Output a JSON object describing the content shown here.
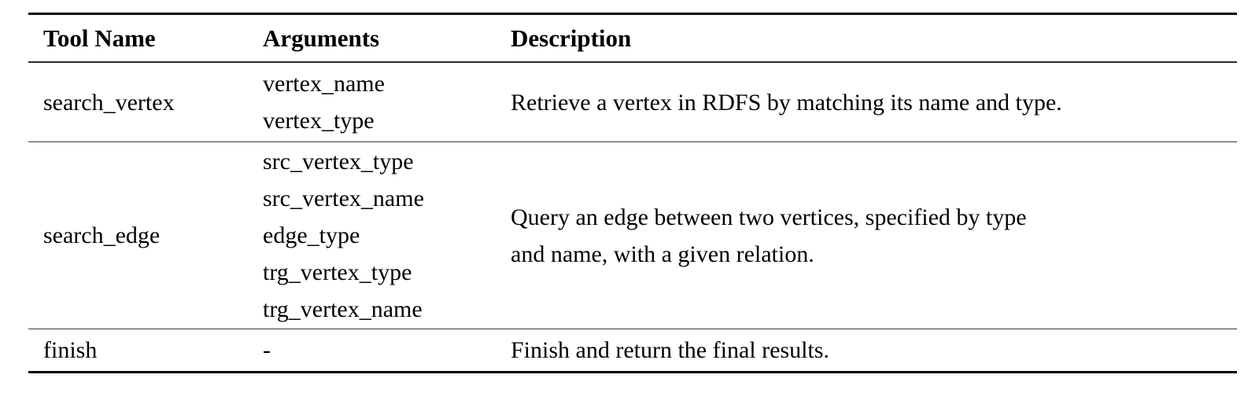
{
  "table": {
    "columns": [
      "Tool Name",
      "Arguments",
      "Description"
    ],
    "rows": [
      {
        "tool_name": "search_vertex",
        "arguments": [
          "vertex_name",
          "vertex_type"
        ],
        "description": [
          "Retrieve a vertex in RDFS by matching its name and type."
        ]
      },
      {
        "tool_name": "search_edge",
        "arguments": [
          "src_vertex_type",
          "src_vertex_name",
          "edge_type",
          "trg_vertex_type",
          "trg_vertex_name"
        ],
        "description": [
          "Query an edge between two vertices, specified by type",
          "and name, with a given relation."
        ]
      },
      {
        "tool_name": "finish",
        "arguments": [
          "-"
        ],
        "description": [
          "Finish and return the final results."
        ]
      }
    ]
  },
  "colors": {
    "text": "#000000",
    "rule_heavy": "#000000",
    "rule_light": "#3a3a3a",
    "background": "#ffffff"
  }
}
